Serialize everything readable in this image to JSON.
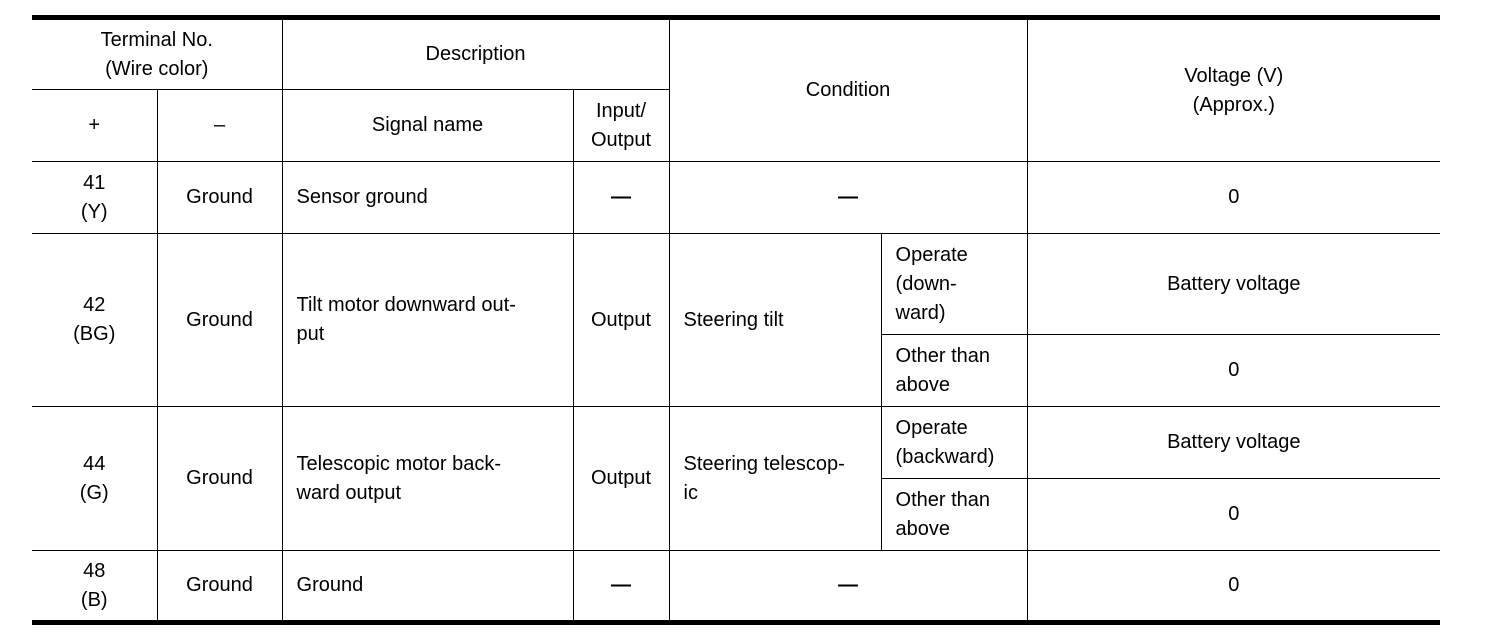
{
  "header": {
    "terminal_no": "Terminal No.",
    "wire_color": "(Wire color)",
    "description": "Description",
    "condition": "Condition",
    "voltage": "Voltage (V)",
    "approx": "(Approx.)",
    "plus": "+",
    "minus": "–",
    "signal_name": "Signal name",
    "input": "Input/",
    "output": "Output"
  },
  "rows": [
    {
      "terminal": "41",
      "color": "(Y)",
      "minus": "Ground",
      "signal": "Sensor ground",
      "io": "—",
      "condition": "—",
      "voltage": "0"
    },
    {
      "terminal": "42",
      "color": "(BG)",
      "minus": "Ground",
      "signal": "Tilt motor downward out-\nput",
      "io": "Output",
      "condition": "Steering tilt",
      "sub": [
        {
          "state": "Operate\n(down-\nward)",
          "voltage": "Battery voltage"
        },
        {
          "state": "Other than\nabove",
          "voltage": "0"
        }
      ]
    },
    {
      "terminal": "44",
      "color": "(G)",
      "minus": "Ground",
      "signal": "Telescopic motor back-\nward output",
      "io": "Output",
      "condition": "Steering telescop-\nic",
      "sub": [
        {
          "state": "Operate\n(backward)",
          "voltage": "Battery voltage"
        },
        {
          "state": "Other than\nabove",
          "voltage": "0"
        }
      ]
    },
    {
      "terminal": "48",
      "color": "(B)",
      "minus": "Ground",
      "signal": "Ground",
      "io": "—",
      "condition": "—",
      "voltage": "0"
    }
  ]
}
